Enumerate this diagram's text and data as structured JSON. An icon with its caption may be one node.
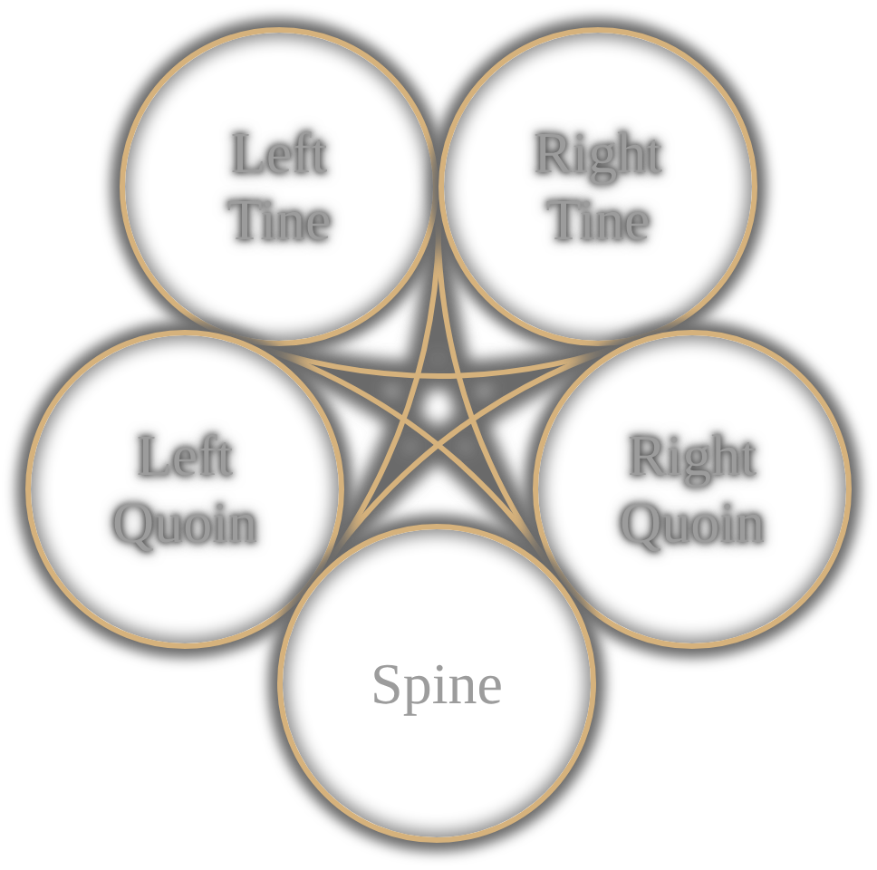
{
  "diagram": {
    "nodes": [
      {
        "text": [
          "Left Tine"
        ]
      },
      {
        "text": [
          "Right Tine"
        ]
      },
      {
        "text": [
          "Left Quoin"
        ]
      },
      {
        "text": [
          "Right Quoin"
        ]
      },
      {
        "text": [
          "Spine"
        ]
      }
    ]
  }
}
